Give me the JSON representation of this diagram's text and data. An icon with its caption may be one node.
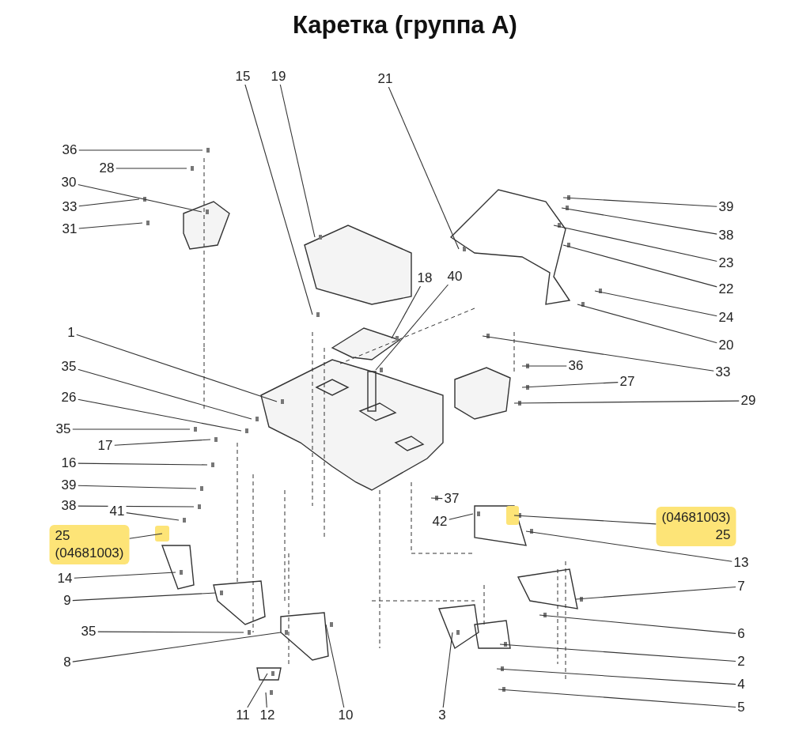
{
  "diagram": {
    "title": "Каретка (группа А)",
    "nodes": [
      {
        "text": [
          "15"
        ]
      },
      {
        "text": [
          "19"
        ]
      },
      {
        "text": [
          "21"
        ]
      },
      {
        "text": [
          "36"
        ]
      },
      {
        "text": [
          "28"
        ]
      },
      {
        "text": [
          "30"
        ]
      },
      {
        "text": [
          "33"
        ]
      },
      {
        "text": [
          "31"
        ]
      },
      {
        "text": [
          "1"
        ]
      },
      {
        "text": [
          "35"
        ]
      },
      {
        "text": [
          "26"
        ]
      },
      {
        "text": [
          "35"
        ]
      },
      {
        "text": [
          "17"
        ]
      },
      {
        "text": [
          "16"
        ]
      },
      {
        "text": [
          "39"
        ]
      },
      {
        "text": [
          "38"
        ]
      },
      {
        "text": [
          "41"
        ]
      },
      {
        "text": [
          "25",
          "(04681003)"
        ]
      },
      {
        "text": [
          "14"
        ]
      },
      {
        "text": [
          "9"
        ]
      },
      {
        "text": [
          "35"
        ]
      },
      {
        "text": [
          "8"
        ]
      },
      {
        "text": [
          "11"
        ]
      },
      {
        "text": [
          "12"
        ]
      },
      {
        "text": [
          "10"
        ]
      },
      {
        "text": [
          "3"
        ]
      },
      {
        "text": [
          "5"
        ]
      },
      {
        "text": [
          "4"
        ]
      },
      {
        "text": [
          "2"
        ]
      },
      {
        "text": [
          "6"
        ]
      },
      {
        "text": [
          "7"
        ]
      },
      {
        "text": [
          "13"
        ]
      },
      {
        "text": [
          "(04681003)",
          "25"
        ]
      },
      {
        "text": [
          "37"
        ]
      },
      {
        "text": [
          "42"
        ]
      },
      {
        "text": [
          "40"
        ]
      },
      {
        "text": [
          "18"
        ]
      },
      {
        "text": [
          "39"
        ]
      },
      {
        "text": [
          "38"
        ]
      },
      {
        "text": [
          "23"
        ]
      },
      {
        "text": [
          "22"
        ]
      },
      {
        "text": [
          "24"
        ]
      },
      {
        "text": [
          "20"
        ]
      },
      {
        "text": [
          "33"
        ]
      },
      {
        "text": [
          "36"
        ]
      },
      {
        "text": [
          "27"
        ]
      },
      {
        "text": [
          "29"
        ]
      }
    ],
    "edges": [
      {
        "from": 0,
        "to": null,
        "arrow": "none"
      },
      {
        "from": 1,
        "to": null,
        "arrow": "none"
      },
      {
        "from": 2,
        "to": null,
        "arrow": "none"
      },
      {
        "from": 3,
        "to": null,
        "arrow": "none"
      },
      {
        "from": 4,
        "to": null,
        "arrow": "none"
      },
      {
        "from": 5,
        "to": null,
        "arrow": "none"
      },
      {
        "from": 6,
        "to": null,
        "arrow": "none"
      },
      {
        "from": 7,
        "to": null,
        "arrow": "none"
      },
      {
        "from": 8,
        "to": null,
        "arrow": "none"
      },
      {
        "from": 9,
        "to": null,
        "arrow": "none"
      },
      {
        "from": 10,
        "to": null,
        "arrow": "none"
      },
      {
        "from": 11,
        "to": null,
        "arrow": "none"
      },
      {
        "from": 12,
        "to": null,
        "arrow": "none"
      },
      {
        "from": 13,
        "to": null,
        "arrow": "none"
      },
      {
        "from": 14,
        "to": null,
        "arrow": "none"
      },
      {
        "from": 15,
        "to": null,
        "arrow": "none"
      },
      {
        "from": 16,
        "to": null,
        "arrow": "none"
      },
      {
        "from": 17,
        "to": null,
        "arrow": "none"
      },
      {
        "from": 18,
        "to": null,
        "arrow": "none"
      },
      {
        "from": 19,
        "to": null,
        "arrow": "none"
      },
      {
        "from": 20,
        "to": null,
        "arrow": "none"
      },
      {
        "from": 21,
        "to": null,
        "arrow": "none"
      },
      {
        "from": 22,
        "to": null,
        "arrow": "none"
      },
      {
        "from": 23,
        "to": null,
        "arrow": "none"
      },
      {
        "from": 24,
        "to": null,
        "arrow": "none"
      },
      {
        "from": 25,
        "to": null,
        "arrow": "none"
      },
      {
        "from": 26,
        "to": null,
        "arrow": "none"
      },
      {
        "from": 27,
        "to": null,
        "arrow": "none"
      },
      {
        "from": 28,
        "to": null,
        "arrow": "none"
      },
      {
        "from": 29,
        "to": null,
        "arrow": "none"
      },
      {
        "from": 30,
        "to": null,
        "arrow": "none"
      },
      {
        "from": 31,
        "to": null,
        "arrow": "none"
      },
      {
        "from": 32,
        "to": null,
        "arrow": "none"
      },
      {
        "from": 33,
        "to": null,
        "arrow": "none"
      },
      {
        "from": 34,
        "to": null,
        "arrow": "none"
      },
      {
        "from": 35,
        "to": null,
        "arrow": "none"
      },
      {
        "from": 36,
        "to": null,
        "arrow": "none"
      },
      {
        "from": 37,
        "to": null,
        "arrow": "none"
      },
      {
        "from": 38,
        "to": null,
        "arrow": "none"
      },
      {
        "from": 39,
        "to": null,
        "arrow": "none"
      },
      {
        "from": 40,
        "to": null,
        "arrow": "none"
      },
      {
        "from": 41,
        "to": null,
        "arrow": "none"
      },
      {
        "from": 42,
        "to": null,
        "arrow": "none"
      },
      {
        "from": 43,
        "to": null,
        "arrow": "none"
      },
      {
        "from": 44,
        "to": null,
        "arrow": "none"
      },
      {
        "from": 45,
        "to": null,
        "arrow": "none"
      },
      {
        "from": 46,
        "to": null,
        "arrow": "none"
      }
    ]
  }
}
